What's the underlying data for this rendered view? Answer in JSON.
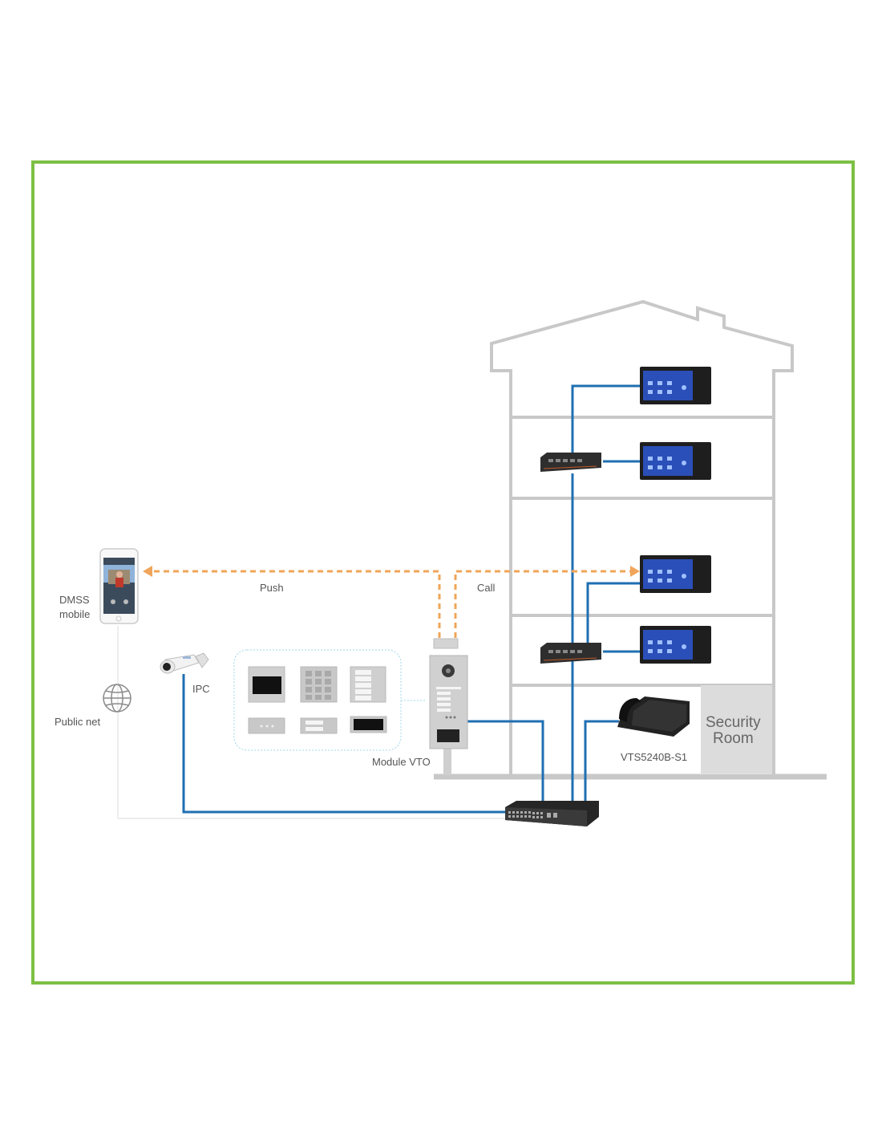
{
  "labels": {
    "dmss_line1": "DMSS",
    "dmss_line2": "mobile",
    "push": "Push",
    "call": "Call",
    "ipc": "IPC",
    "public_net": "Public net",
    "module_vto": "Module VTO",
    "vts_model": "VTS5240B-S1",
    "security_line1": "Security",
    "security_line2": "Room"
  },
  "colors": {
    "frame": "#7cc043",
    "building": "#c8c8c8",
    "network_line": "#1f6fb2",
    "signal_arrow": "#f0a55a",
    "security_room_fill": "#dcdcdc"
  },
  "icons": {
    "globe": "globe-icon",
    "camera": "bullet-camera-icon",
    "phone": "smartphone-icon"
  }
}
